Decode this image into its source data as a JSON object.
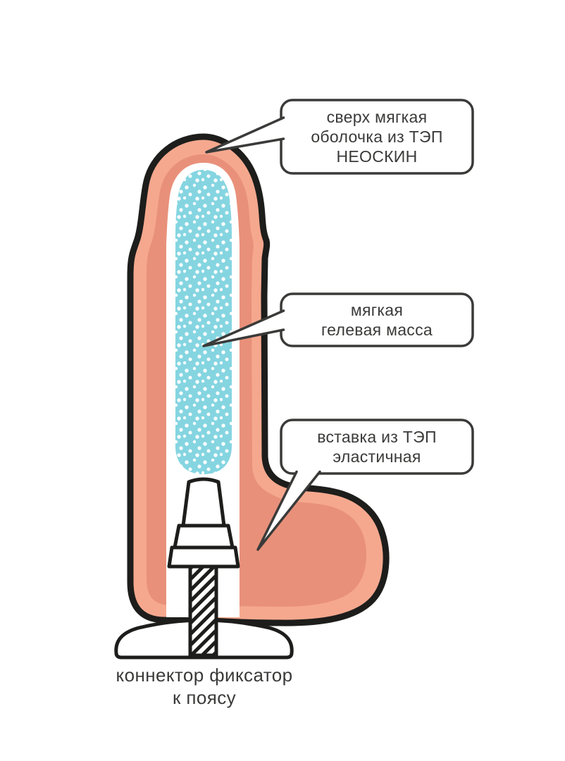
{
  "diagram": {
    "callouts": [
      {
        "lines": [
          "сверх мягкая",
          "оболочка из ТЭП",
          "НЕОСКИН"
        ]
      },
      {
        "lines": [
          "мягкая",
          "гелевая масса"
        ]
      },
      {
        "lines": [
          "вставка из ТЭП",
          "эластичная"
        ]
      }
    ],
    "caption_lines": [
      "коннектор фиксатор",
      "к поясу"
    ],
    "colors": {
      "shell": "#f5a88e",
      "insert": "#e9907a",
      "gel": "#85d5e1",
      "outline": "#1d1d1b",
      "callout": "#3a3a39",
      "background": "#ffffff"
    }
  }
}
